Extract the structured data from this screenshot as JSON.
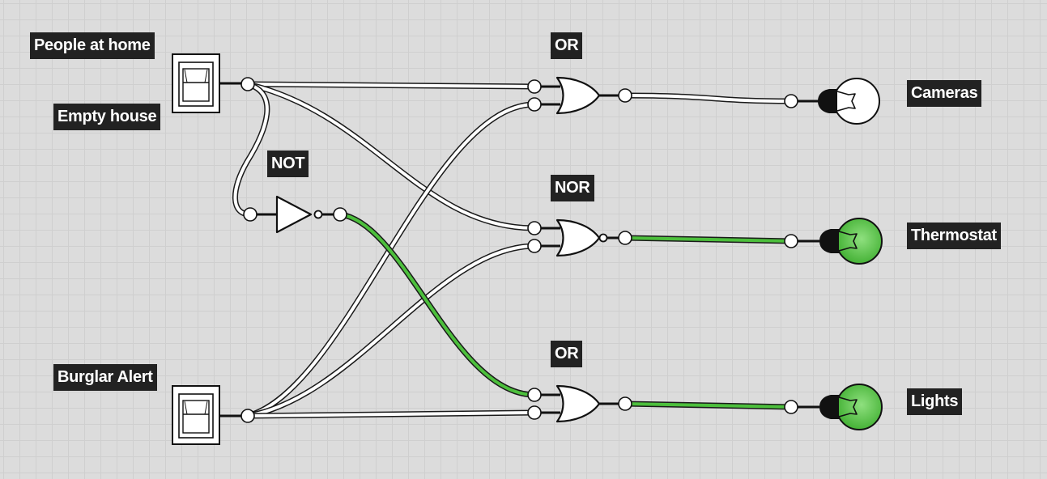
{
  "colors": {
    "background": "#dcdcdc",
    "grid": "#cfcfcf",
    "label_bg": "#222222",
    "label_text": "#ffffff",
    "wire_on": "#4cbf3c",
    "wire_off": "#ffffff",
    "bulb_on": "#4cbf3c",
    "bulb_off": "#ffffff"
  },
  "switch_labels": {
    "people_at_home": "People at home",
    "empty_house": "Empty house",
    "burglar_alert": "Burglar Alert"
  },
  "gate_labels": {
    "or_top": "OR",
    "not": "NOT",
    "nor": "NOR",
    "or_bottom": "OR"
  },
  "output_labels": {
    "cameras": "Cameras",
    "thermostat": "Thermostat",
    "lights": "Lights"
  },
  "states": {
    "switch_home": "off",
    "switch_burglar": "off",
    "cameras": "off",
    "thermostat": "on",
    "lights": "on"
  }
}
